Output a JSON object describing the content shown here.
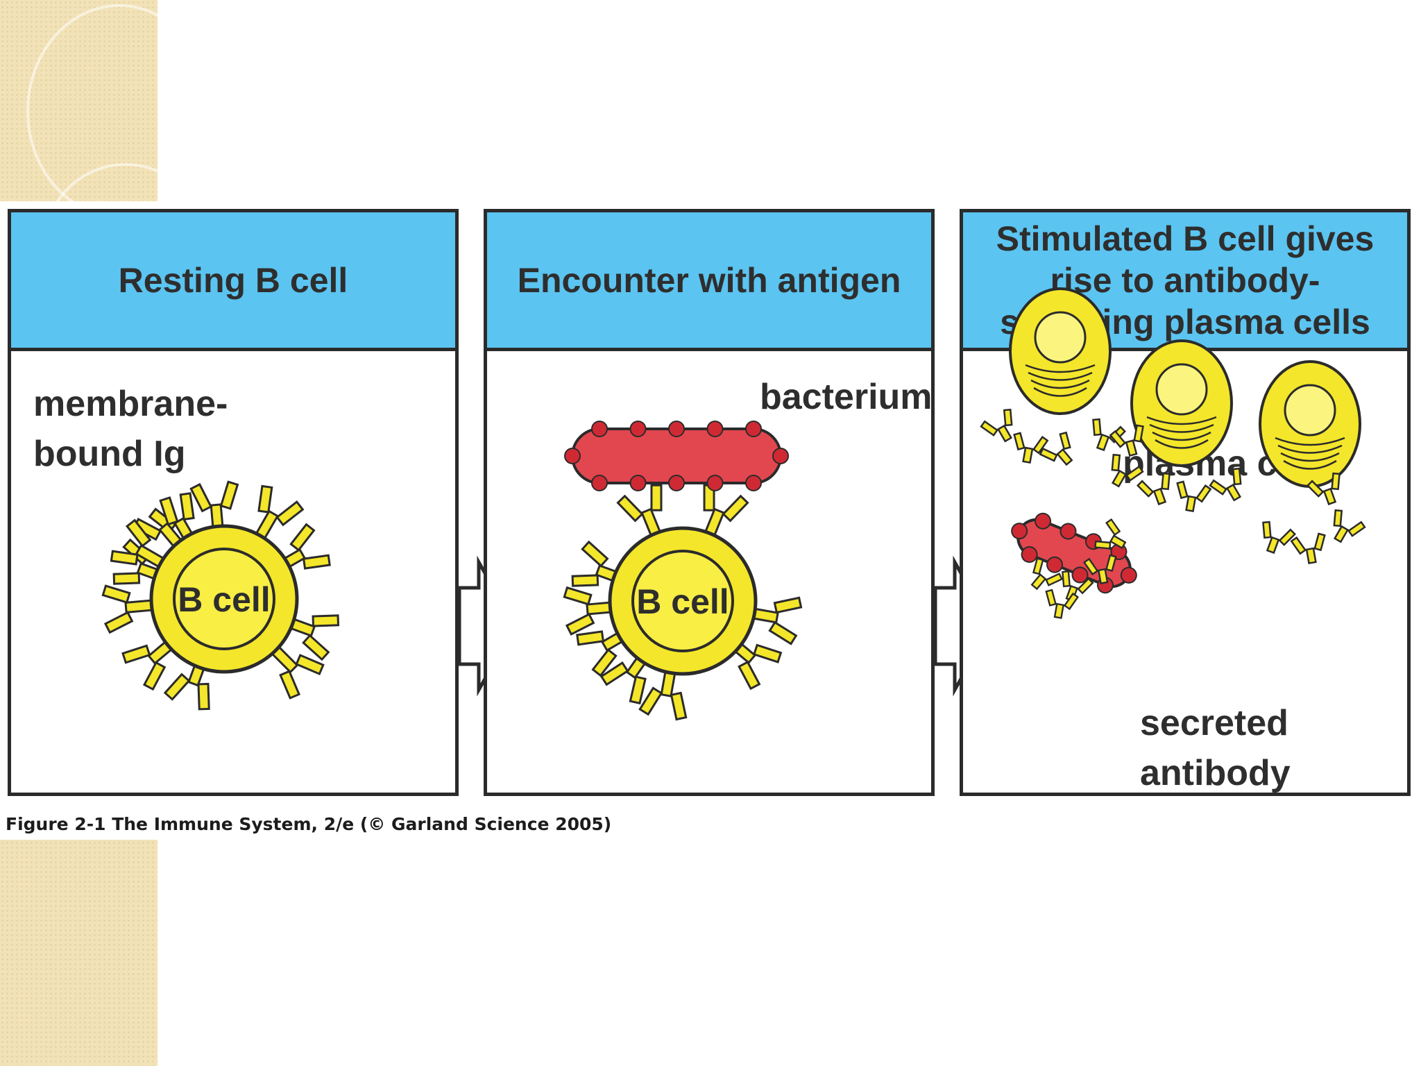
{
  "panels": [
    {
      "title": "Resting B cell",
      "labels": {
        "membrane_ig": "membrane-\nbound Ig",
        "cell": "B cell"
      }
    },
    {
      "title": "Encounter with antigen",
      "labels": {
        "bacterium": "bacterium",
        "cell": "B cell"
      }
    },
    {
      "title": "Stimulated B cell gives\nrise to antibody-\nsecreting plasma cells",
      "labels": {
        "plasma_cells": "plasma cells",
        "secreted_antibody": "secreted\nantibody"
      }
    }
  ],
  "caption": "Figure 2-1  The Immune System, 2/e (© Garland Science 2005)",
  "colors": {
    "header": "#5bc4f0",
    "cell": "#f4e62a",
    "bacterium": "#e2474f",
    "outline": "#2b2b2b",
    "background_strip": "#f2e2b8"
  }
}
